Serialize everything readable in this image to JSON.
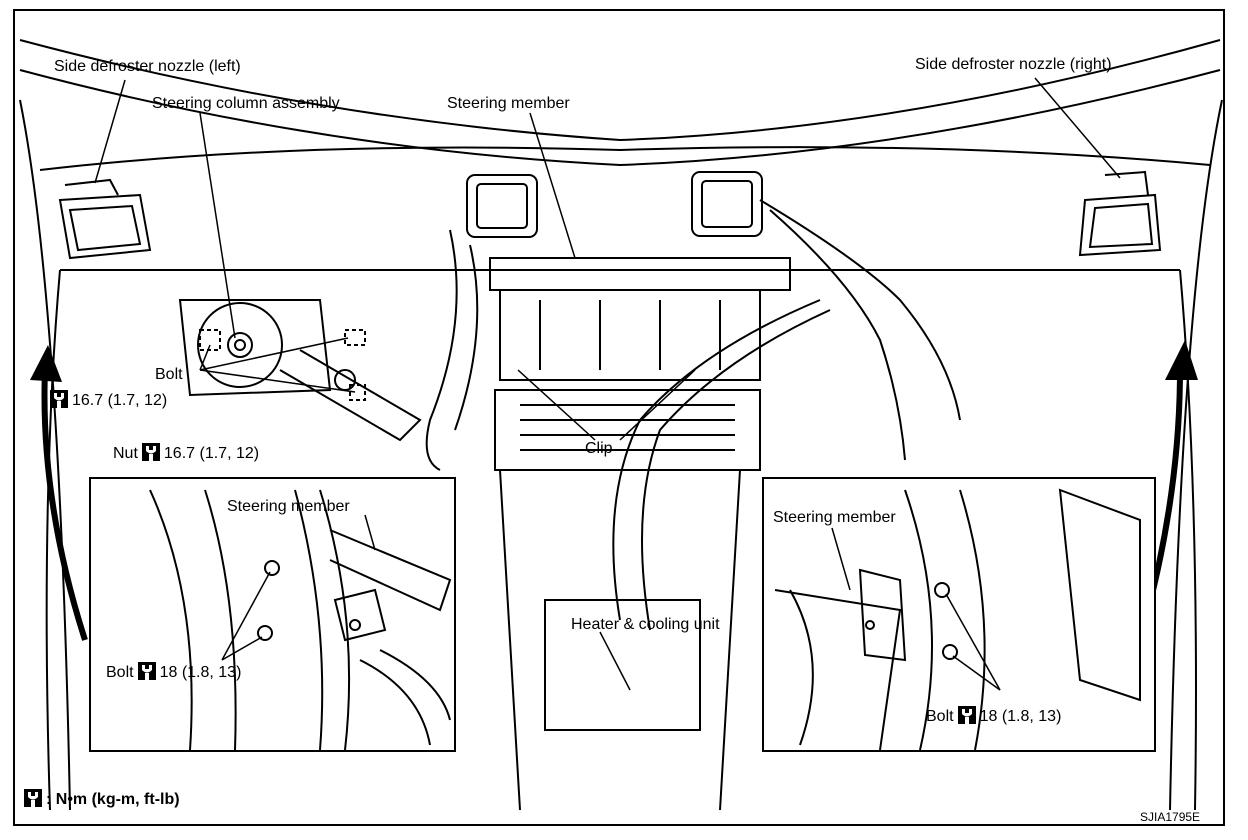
{
  "labels": {
    "side_defroster_left": "Side defroster nozzle (left)",
    "side_defroster_right": "Side defroster nozzle (right)",
    "steering_column": "Steering column assembly",
    "steering_member_top": "Steering member",
    "bolt_main": "Bolt",
    "torque_1": "16.7 (1.7, 12)",
    "nut": "Nut",
    "torque_2": "16.7 (1.7, 12)",
    "clip": "Clip",
    "heater_cooling": "Heater & cooling unit",
    "left_inset_member": "Steering member",
    "left_inset_bolt": "Bolt",
    "left_inset_torque": "18 (1.8, 13)",
    "right_inset_member": "Steering member",
    "right_inset_bolt": "Bolt",
    "right_inset_torque": "18 (1.8, 13)",
    "legend_units": ": N•m (kg-m, ft-lb)",
    "drawing_code": "SJIA1795E"
  },
  "icons": {
    "torque": "torque-wrench-icon"
  }
}
